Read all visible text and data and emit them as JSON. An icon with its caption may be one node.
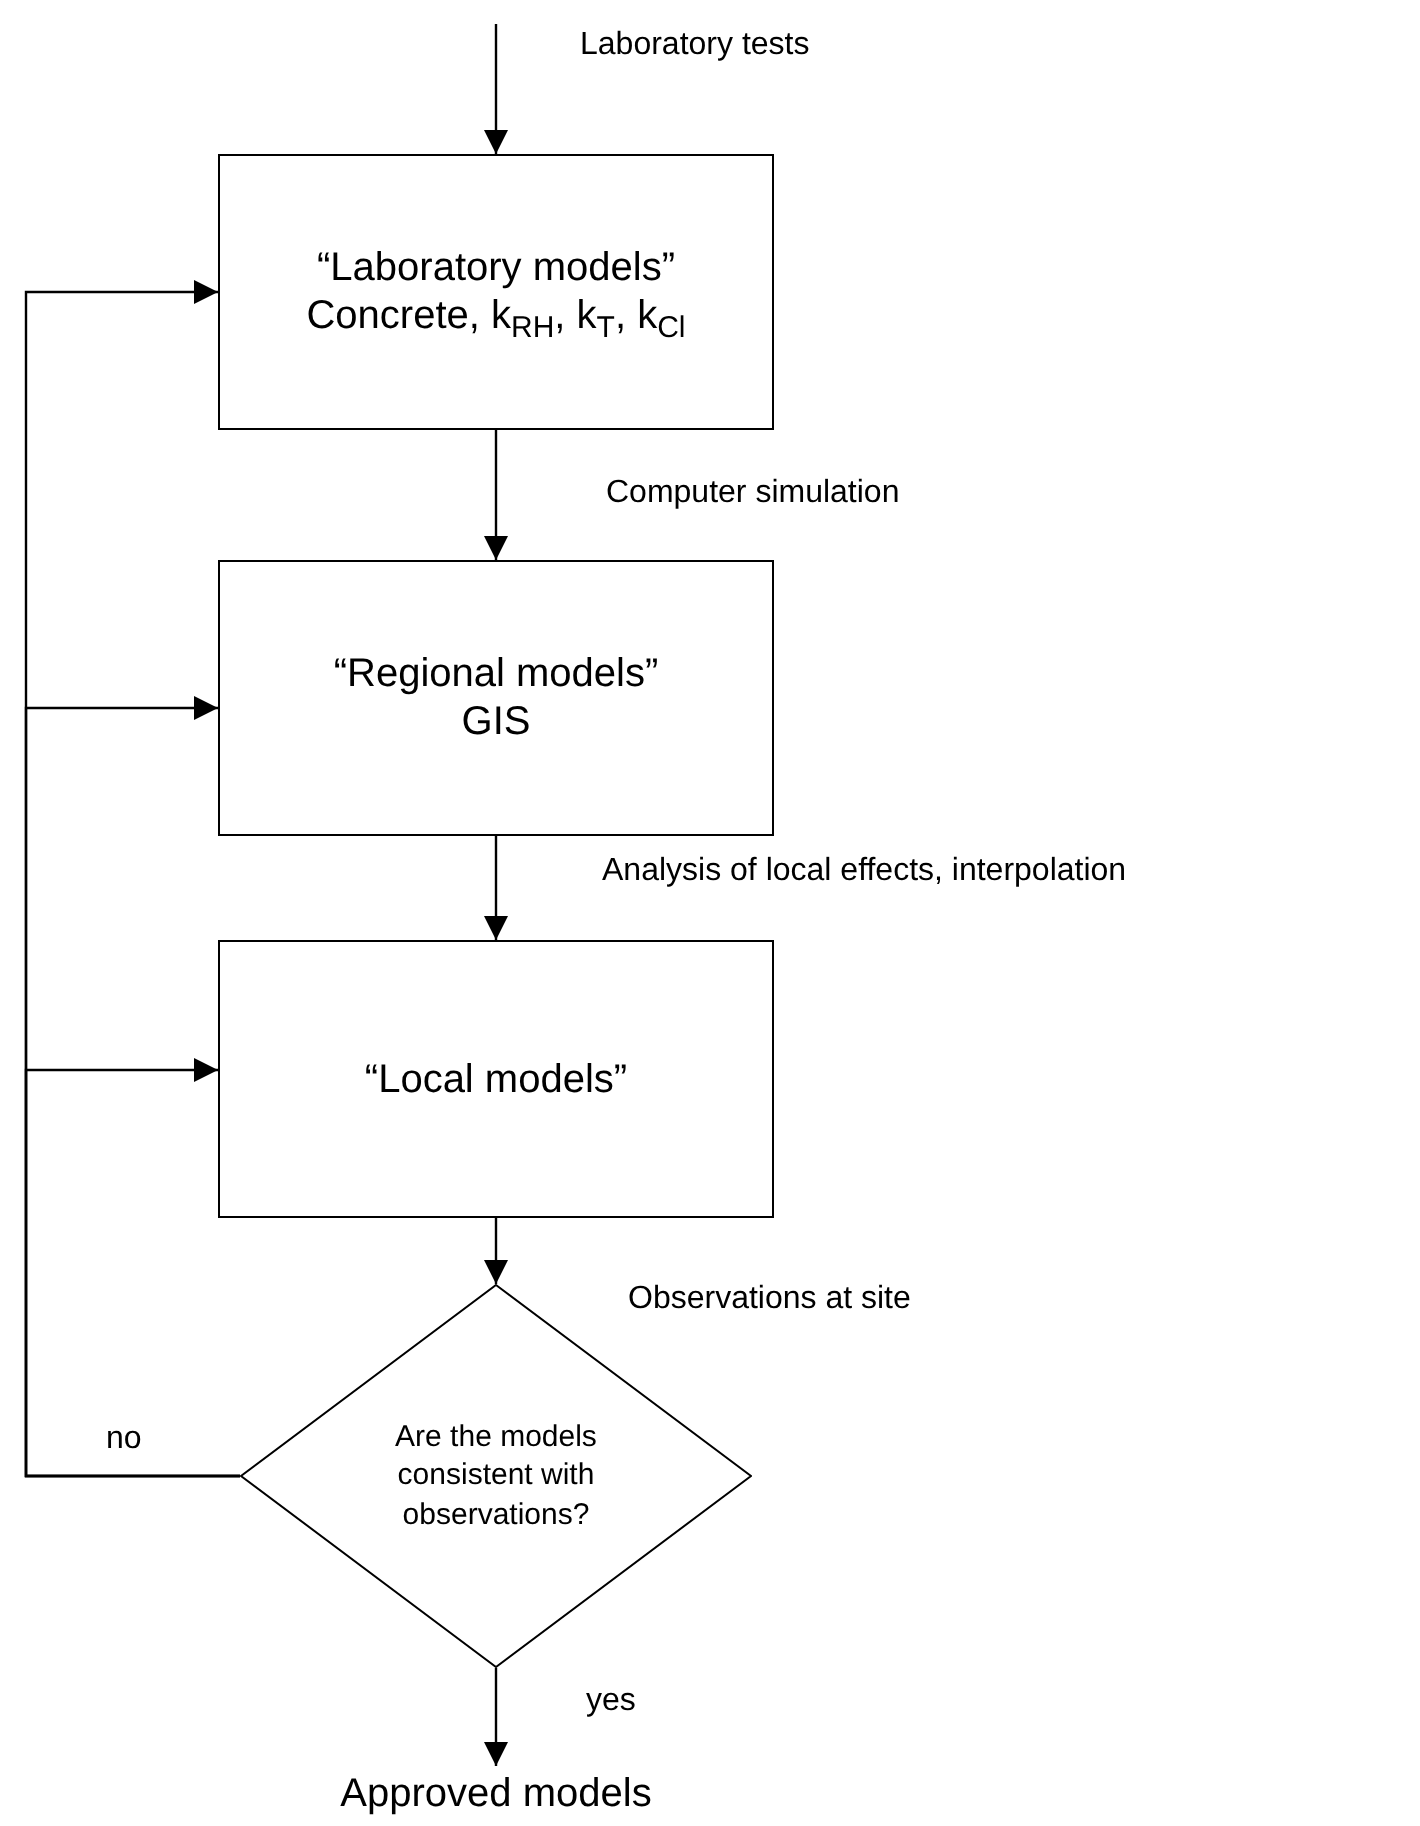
{
  "diagram": {
    "nodes": [
      {
        "text": [
          "“Laboratory models”",
          "Concrete, k$_{RH}$, k$_{T}$, k$_{Cl}$"
        ]
      },
      {
        "text": [
          "“Regional models”",
          "GIS"
        ]
      },
      {
        "text": [
          "“Local models”"
        ]
      },
      {
        "text": [
          "Are the models consistent with observations?"
        ]
      },
      {
        "text": [
          "Approved models"
        ]
      }
    ],
    "edges": [
      {
        "from": null,
        "to": 0,
        "arrow": "to",
        "label": "Laboratory tests"
      },
      {
        "from": 0,
        "to": 1,
        "arrow": "to",
        "label": "Computer simulation"
      },
      {
        "from": 1,
        "to": 2,
        "arrow": "to",
        "label": "Analysis of local effects, interpolation"
      },
      {
        "from": 2,
        "to": 3,
        "arrow": "to",
        "label": "Observations at site"
      },
      {
        "from": 3,
        "to": 4,
        "arrow": "to",
        "label": "yes"
      },
      {
        "from": 3,
        "to": 0,
        "arrow": "to",
        "label": "no"
      },
      {
        "from": 3,
        "to": 1,
        "arrow": "to"
      },
      {
        "from": 3,
        "to": 2,
        "arrow": "to"
      }
    ]
  }
}
